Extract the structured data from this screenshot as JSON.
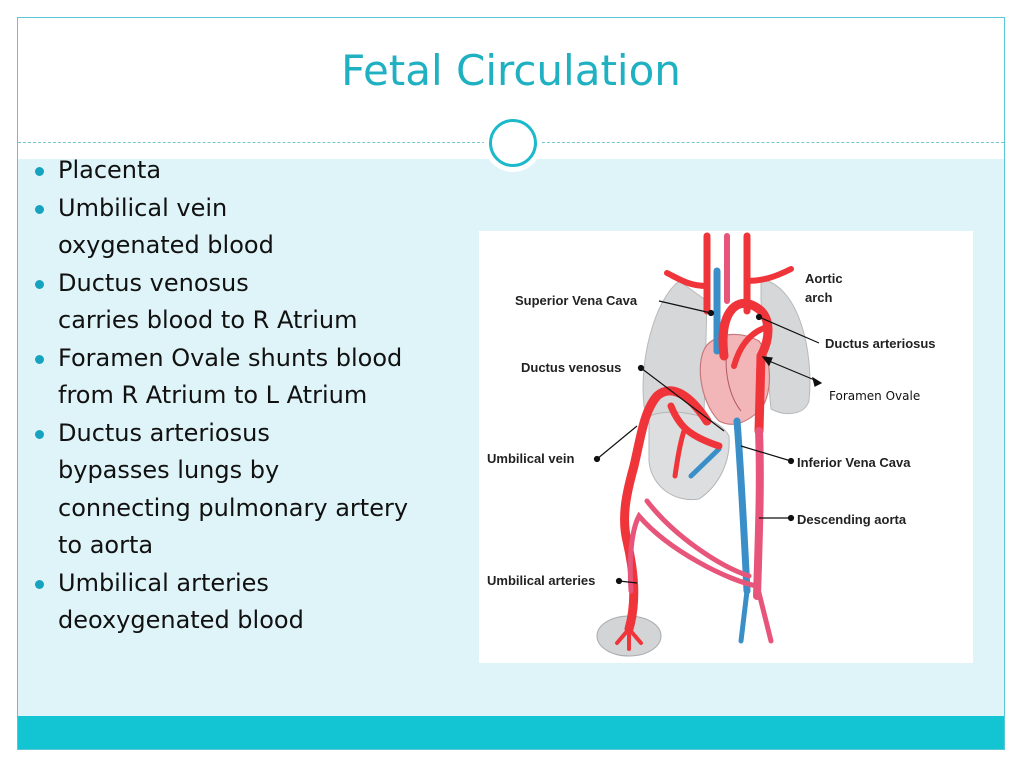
{
  "slide": {
    "title": "Fetal Circulation",
    "bullets": [
      {
        "lines": [
          "Placenta"
        ]
      },
      {
        "lines": [
          "Umbilical  vein",
          "oxygenated blood"
        ]
      },
      {
        "lines": [
          "Ductus venosus",
          "carries blood to R Atrium"
        ]
      },
      {
        "lines": [
          "Foramen Ovale shunts blood",
          " from R Atrium to L Atrium"
        ]
      },
      {
        "lines": [
          "Ductus arteriosus",
          "bypasses lungs by",
          "connecting pulmonary artery",
          "to aorta"
        ]
      },
      {
        "lines": [
          "Umbilical arteries",
          "deoxygenated blood"
        ]
      }
    ]
  },
  "diagram": {
    "labels": {
      "superior_vena_cava": "Superior Vena Cava",
      "aortic_arch_line1": "Aortic",
      "aortic_arch_line2": "arch",
      "ductus_arteriosus": "Ductus arteriosus",
      "ductus_venosus": "Ductus venosus",
      "foramen_ovale": "Foramen Ovale",
      "umbilical_vein": "Umbilical vein",
      "inferior_vena_cava": "Inferior Vena Cava",
      "descending_aorta": "Descending aorta",
      "umbilical_arteries": "Umbilical arteries"
    },
    "colors": {
      "oxygenated": "#f0353a",
      "deoxygenated": "#3a8fc8",
      "mixed": "#e8557a",
      "organ": "#d7d9db",
      "heart": "#f3b6b8"
    }
  }
}
